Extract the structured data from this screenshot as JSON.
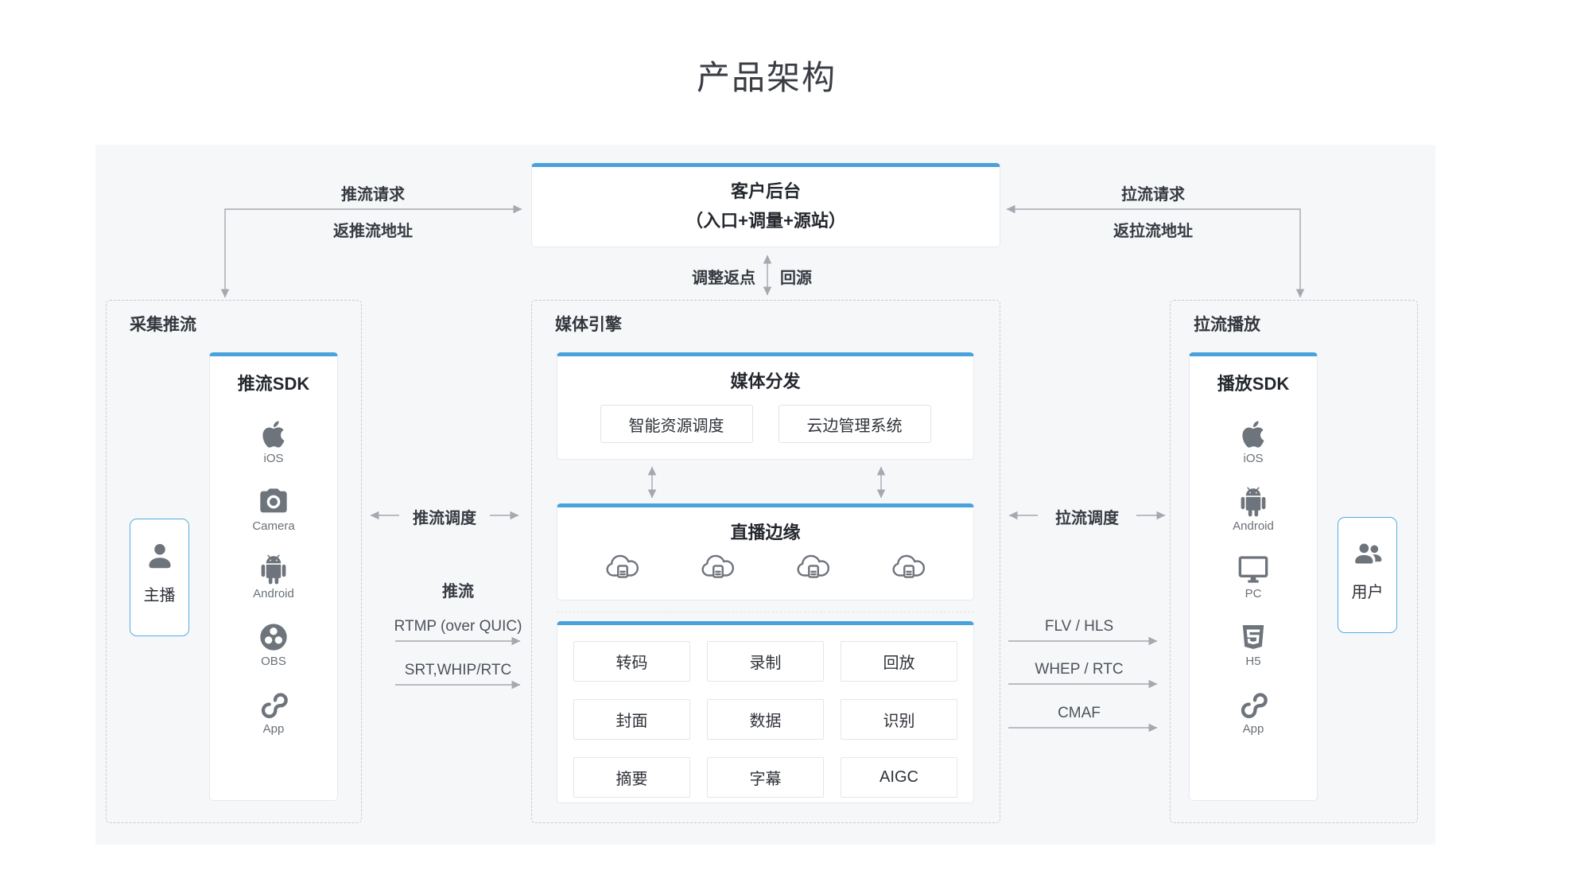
{
  "title": "产品架构",
  "colors": {
    "accent": "#49a2dc",
    "panel_bg": "#f6f7f9",
    "line": "#a4a9b0",
    "user_border": "#57ace1"
  },
  "backend": {
    "title": "客户后台",
    "subtitle": "（入口+调量+源站）"
  },
  "connectors": {
    "push_request": "推流请求",
    "push_return": "返推流地址",
    "pull_request": "拉流请求",
    "pull_return": "返拉流地址",
    "adjust": "调整返点",
    "origin": "回源",
    "push_schedule": "推流调度",
    "pull_schedule": "拉流调度",
    "push_label": "推流",
    "push_protocols": [
      "RTMP (over QUIC)",
      "SRT,WHIP/RTC"
    ],
    "pull_protocols": [
      "FLV / HLS",
      "WHEP / RTC",
      "CMAF"
    ]
  },
  "capture": {
    "label": "采集推流",
    "sdk": {
      "title": "推流SDK",
      "items": [
        {
          "icon": "apple-icon",
          "label": "iOS"
        },
        {
          "icon": "camera-icon",
          "label": "Camera"
        },
        {
          "icon": "android-icon",
          "label": "Android"
        },
        {
          "icon": "obs-icon",
          "label": "OBS"
        },
        {
          "icon": "link-icon",
          "label": "App"
        }
      ]
    },
    "anchor": {
      "icon": "person-icon",
      "label": "主播"
    }
  },
  "engine": {
    "label": "媒体引擎",
    "distribution": {
      "title": "媒体分发",
      "chips": [
        "智能资源调度",
        "云边管理系统"
      ]
    },
    "edge": {
      "title": "直播边缘",
      "node_icon": "cloud-server-icon",
      "node_count": 4
    },
    "features": [
      [
        "转码",
        "录制",
        "回放"
      ],
      [
        "封面",
        "数据",
        "识别"
      ],
      [
        "摘要",
        "字幕",
        "AIGC"
      ]
    ]
  },
  "playback": {
    "label": "拉流播放",
    "sdk": {
      "title": "播放SDK",
      "items": [
        {
          "icon": "apple-icon",
          "label": "iOS"
        },
        {
          "icon": "android-icon",
          "label": "Android"
        },
        {
          "icon": "monitor-icon",
          "label": "PC"
        },
        {
          "icon": "html5-icon",
          "label": "H5"
        },
        {
          "icon": "link-icon",
          "label": "App"
        }
      ]
    },
    "user": {
      "icon": "users-icon",
      "label": "用户"
    }
  }
}
